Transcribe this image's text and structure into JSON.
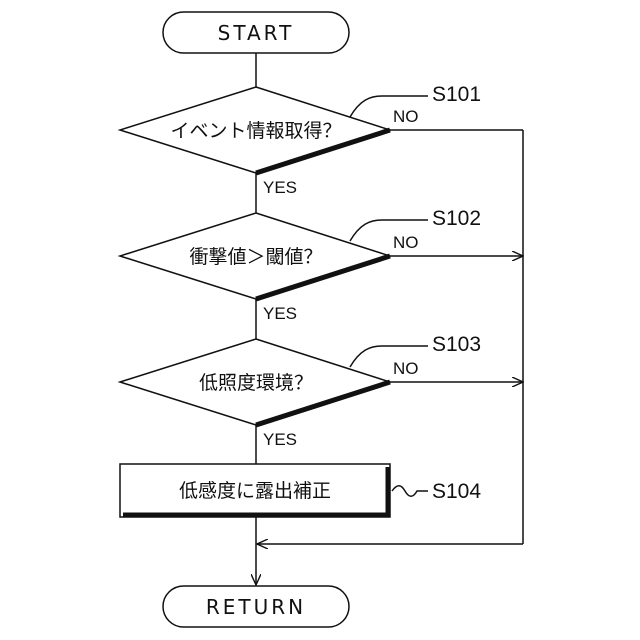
{
  "terminals": {
    "start": "START",
    "return": "RETURN"
  },
  "decisions": [
    {
      "step": "S101",
      "text": "イベント情報取得？",
      "no": "NO",
      "yes": "YES"
    },
    {
      "step": "S102",
      "text": "衝撃値＞閾値？",
      "no": "NO",
      "yes": "YES"
    },
    {
      "step": "S103",
      "text": "低照度環境？",
      "no": "NO",
      "yes": "YES"
    }
  ],
  "process": {
    "step": "S104",
    "text": "低感度に露出補正"
  }
}
